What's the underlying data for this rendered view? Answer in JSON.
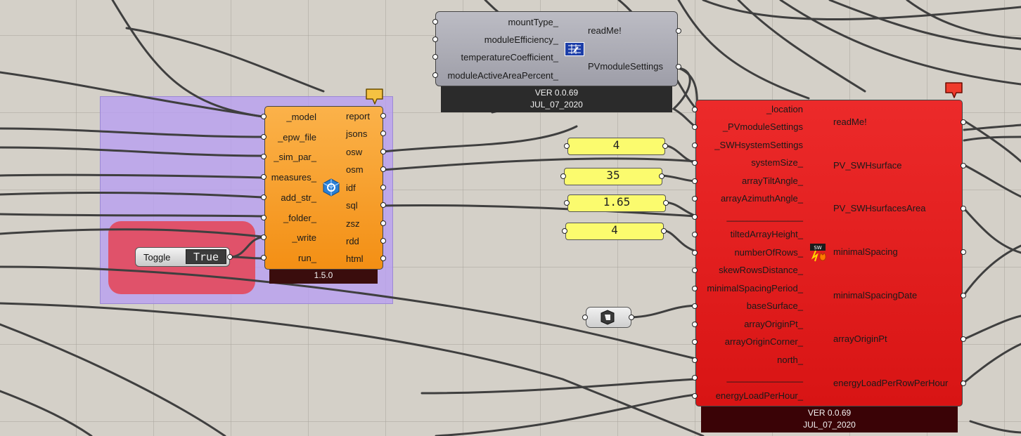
{
  "pv_settings": {
    "inputs": [
      "mountType_",
      "moduleEfficiency_",
      "temperatureCoefficient_",
      "moduleActiveAreaPercent_"
    ],
    "outputs": [
      "readMe!",
      "PVmoduleSettings"
    ],
    "icon": "pv-module-icon",
    "version": "VER 0.0.69",
    "date": "JUL_07_2020"
  },
  "openstudio": {
    "inputs": [
      "_model",
      "_epw_file",
      "_sim_par_",
      "measures_",
      "add_str_",
      "_folder_",
      "_write",
      "run_"
    ],
    "outputs": [
      "report",
      "jsons",
      "osw",
      "osm",
      "idf",
      "sql",
      "zsz",
      "rdd",
      "html"
    ],
    "icon": "openstudio-icon",
    "version": "1.5.0"
  },
  "toggle": {
    "label": "Toggle",
    "value": "True"
  },
  "panels": [
    "4",
    "35",
    "1.65",
    "4"
  ],
  "swh_surface": {
    "inputs": [
      "_location",
      "_PVmoduleSettings",
      "_SWHsystemSettings",
      "systemSize_",
      "arrayTiltAngle_",
      "arrayAzimuthAngle_",
      "_______________",
      "tiltedArrayHeight_",
      "numberOfRows_",
      "skewRowsDistance_",
      "minimalSpacingPeriod_",
      "baseSurface_",
      "arrayOriginPt_",
      "arrayOriginCorner_",
      "north_",
      "_______________",
      "energyLoadPerHour_"
    ],
    "outputs": [
      "readMe!",
      "PV_SWHsurface",
      "PV_SWHsurfacesArea",
      "minimalSpacing",
      "minimalSpacingDate",
      "arrayOriginPt",
      "energyLoadPerRowPerHour"
    ],
    "icon": "swh-icon",
    "version": "VER 0.0.69",
    "date": "JUL_07_2020"
  },
  "colors": {
    "canvas": "#d4d0c8",
    "group_purple": "#b9a3e8",
    "group_red": "#e0526a",
    "pv_settings_body": "#a9a9b2",
    "openstudio_body": "#f7a02a",
    "swh_body": "#e21f1f",
    "panel_yellow": "#fbfb6e",
    "wire": "#3f3f3f"
  }
}
